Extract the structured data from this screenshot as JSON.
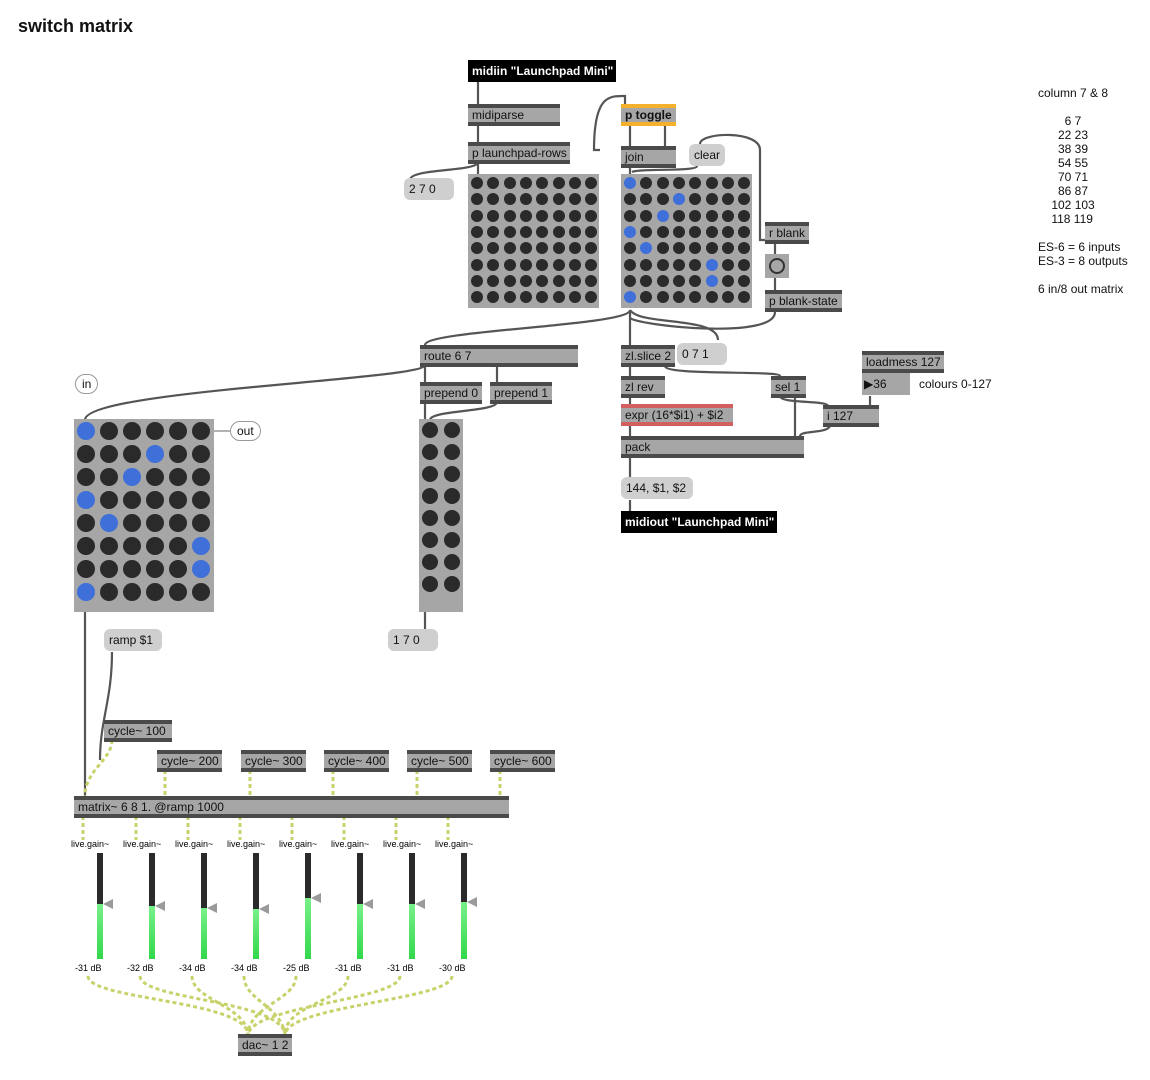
{
  "title": "switch matrix",
  "objects": {
    "midiin": "midiin \"Launchpad Mini\"",
    "midiparse": "midiparse",
    "launchpad_rows": "p launchpad-rows",
    "p_toggle": "p toggle",
    "join": "join",
    "r_blank": "r blank",
    "p_blank_state": "p blank-state",
    "route": "route 6 7",
    "prepend0": "prepend 0",
    "prepend1": "prepend 1",
    "zlslice": "zl.slice 2",
    "zlrev": "zl rev",
    "expr": "expr (16*$i1) + $i2",
    "pack": "pack",
    "sel": "sel 1",
    "loadmess": "loadmess 127",
    "i127": "i 127",
    "midiout": "midiout \"Launchpad Mini\"",
    "cycle100": "cycle~ 100",
    "cycle200": "cycle~ 200",
    "cycle300": "cycle~ 300",
    "cycle400": "cycle~ 400",
    "cycle500": "cycle~ 500",
    "cycle600": "cycle~ 600",
    "matrix": "matrix~ 6 8 1. @ramp 1000",
    "dac": "dac~ 1 2"
  },
  "messages": {
    "msg270": "2 7 0",
    "clear": "clear",
    "msg071": "0 7 1",
    "msg144": "144, $1, $2",
    "ramp": "ramp $1",
    "msg170": "1 7 0"
  },
  "number_box": "36",
  "comments": {
    "colours": "colours 0-127",
    "column_info": "column 7 & 8\n\n        6 7\n      22 23\n      38 39\n      54 55\n      70 71\n      86 87\n    102 103\n    118 119\n\nES-6 = 6 inputs\nES-3 = 8 outputs\n\n6 in/8 out matrix"
  },
  "bubbles": {
    "in": "in",
    "out": "out"
  },
  "grids": {
    "launchpad_rows": {
      "cols": 8,
      "rows": 8,
      "on": []
    },
    "toggle_grid": {
      "cols": 8,
      "rows": 8,
      "on": [
        [
          0,
          0
        ],
        [
          3,
          1
        ],
        [
          2,
          2
        ],
        [
          0,
          3
        ],
        [
          1,
          4
        ],
        [
          5,
          5
        ],
        [
          5,
          6
        ],
        [
          0,
          7
        ]
      ]
    },
    "switch_matrix": {
      "cols": 6,
      "rows": 8,
      "on": [
        [
          0,
          0
        ],
        [
          3,
          1
        ],
        [
          2,
          2
        ],
        [
          0,
          3
        ],
        [
          1,
          4
        ],
        [
          5,
          5
        ],
        [
          5,
          6
        ],
        [
          0,
          7
        ]
      ]
    },
    "column_grid": {
      "cols": 2,
      "rows": 8,
      "on": []
    }
  },
  "gains": [
    {
      "label": "live.gain~",
      "db": "-31 dB",
      "level": 0.52
    },
    {
      "label": "live.gain~",
      "db": "-32 dB",
      "level": 0.5
    },
    {
      "label": "live.gain~",
      "db": "-34 dB",
      "level": 0.48
    },
    {
      "label": "live.gain~",
      "db": "-34 dB",
      "level": 0.47
    },
    {
      "label": "live.gain~",
      "db": "-25 dB",
      "level": 0.58
    },
    {
      "label": "live.gain~",
      "db": "-31 dB",
      "level": 0.52
    },
    {
      "label": "live.gain~",
      "db": "-31 dB",
      "level": 0.52
    },
    {
      "label": "live.gain~",
      "db": "-30 dB",
      "level": 0.54
    }
  ],
  "colors": {
    "cell_on": "#3f6fd8",
    "cell_off": "#2a2a2a",
    "patch_cord": "#555555",
    "signal_cord": "#c8d26a",
    "toggle_border": "#f4b22c",
    "expr_border": "#d26060"
  }
}
